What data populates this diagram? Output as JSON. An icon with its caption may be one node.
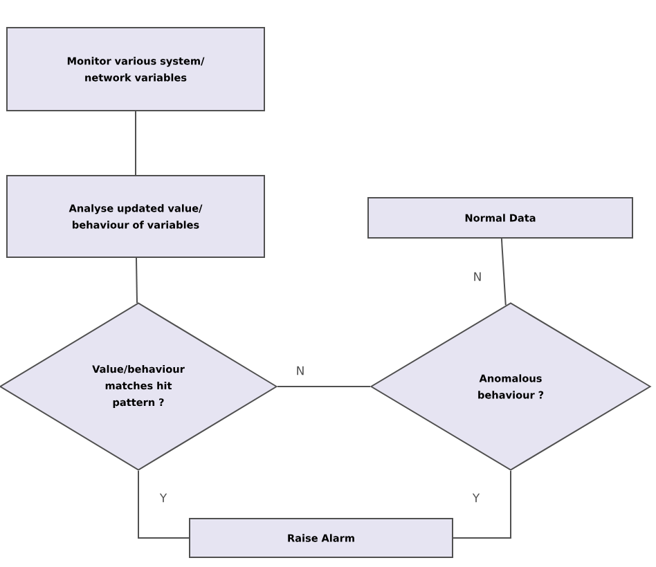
{
  "diagram": {
    "nodes": [
      {
        "text": [
          "Monitor various system/ network variables"
        ]
      },
      {
        "text": [
          "Analyse updated value/ behaviour of variables"
        ]
      },
      {
        "text": [
          "Value/behaviour matches hit pattern ?"
        ]
      },
      {
        "text": [
          "Normal Data"
        ]
      },
      {
        "text": [
          "Anomalous behaviour ?"
        ]
      },
      {
        "text": [
          "Raise Alarm"
        ]
      }
    ],
    "edges": [
      {
        "from": 0,
        "to": 1,
        "arrow": "none"
      },
      {
        "from": 1,
        "to": 2,
        "arrow": "none"
      },
      {
        "from": 2,
        "to": 4,
        "arrow": "none",
        "label": "N"
      },
      {
        "from": 4,
        "to": 3,
        "arrow": "none",
        "label": "N"
      },
      {
        "from": 2,
        "to": 5,
        "arrow": "none",
        "label": "Y"
      },
      {
        "from": 4,
        "to": 5,
        "arrow": "none",
        "label": "Y"
      }
    ]
  }
}
